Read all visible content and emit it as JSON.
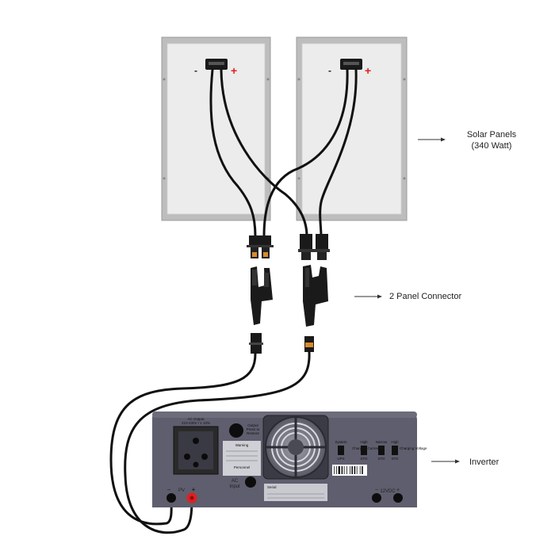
{
  "labels": {
    "solar_panels_line1": "Solar Panels",
    "solar_panels_line2": "(340 Watt)",
    "panel_connector": "2 Panel Connector",
    "inverter": "Inverter"
  },
  "panels": [
    {
      "minus": "-",
      "plus": "+"
    },
    {
      "minus": "-",
      "plus": "+"
    }
  ],
  "inverter_panel": {
    "ac_output_line1": "AC Output",
    "ac_output_line2": "210-230V / 1 10%",
    "output_line1": "Output",
    "output_line2": "Press to",
    "output_line3": "Restore",
    "warning_title": "Warning",
    "warning_personnel": "Personnel",
    "ac_input_line1": "AC",
    "ac_input_line2": "Input",
    "serial_label": "Serial",
    "switch_1_top": "System",
    "switch_1_bottom": "UPS",
    "switch_2_top": "High",
    "switch_2_side": "Charging Current",
    "switch_2_bottom": "STD",
    "switch_3_top": "Narrow",
    "switch_3_bottom": "STD",
    "switch_4_top": "High",
    "switch_4_side": "Charging Voltage",
    "switch_4_bottom": "STD",
    "pv_minus": "−",
    "pv_label": "PV",
    "pv_plus": "+",
    "dc_label": "12VDC",
    "dc_minus": "−",
    "dc_plus": "+"
  },
  "colors": {
    "panel_frame": "#bdbdbd",
    "panel_face": "#ececec",
    "inverter_body": "#5f5e6e",
    "inverter_top": "#6d6c7b",
    "plus_red": "#e02020",
    "cable": "#111111"
  }
}
